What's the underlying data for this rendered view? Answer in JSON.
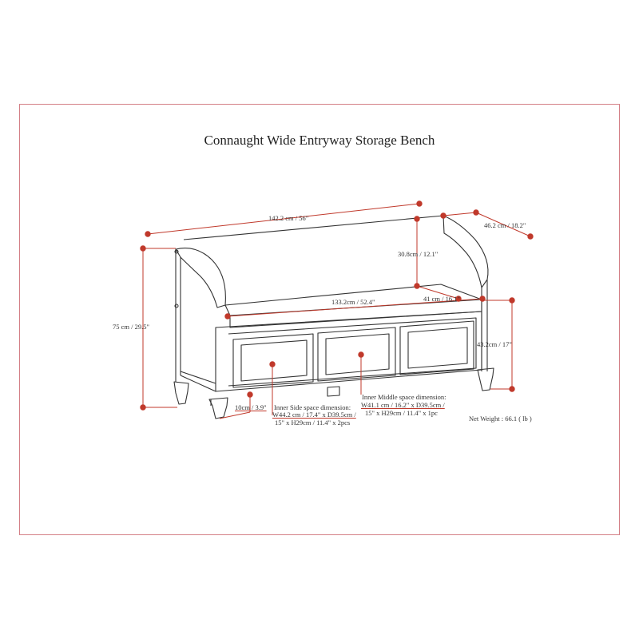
{
  "title": "Connaught Wide Entryway Storage Bench",
  "dimensions": {
    "overall_width": "142.2 cm / 56\"",
    "depth": "46.2 cm / 18.2\"",
    "back_height": "30.8cm / 12.1\"",
    "inner_width": "133.2cm / 52.4\"",
    "seat_depth": "41 cm / 16.1\"",
    "overall_height": "75 cm / 29.5\"",
    "seat_height": "43.2cm / 17\"",
    "leg_height": "10cm / 3.9\""
  },
  "inner_side": {
    "heading": "Inner Side space dimension:",
    "line1": "W44.2 cm / 17.4\" x D39.5cm /",
    "line2": "15\" x H29cm / 11.4\" x 2pcs"
  },
  "inner_middle": {
    "heading": "Inner Middle space dimension:",
    "line1": "W41.1 cm / 16.2\" x D39.5cm /",
    "line2": "15\" x H29cm / 11.4\" x 1pc"
  },
  "net_weight": "Net Weight : 66.1 ( lb )",
  "colors": {
    "frame": "#d37f86",
    "dimension": "#c0392b",
    "line": "#333333"
  }
}
